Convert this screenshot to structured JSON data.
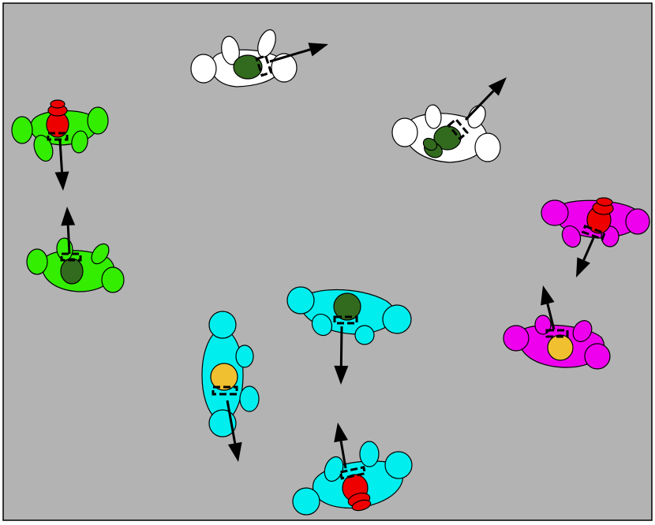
{
  "colors": {
    "background": "#b3b3b3",
    "border": "#000000",
    "outline": "#000000",
    "arrow": "#000000",
    "glasses": "#000000"
  },
  "figures": [
    {
      "id": "white-1",
      "body_color": "#ffffff",
      "head_color": "#336b1e",
      "facing": "right-up"
    },
    {
      "id": "white-2",
      "body_color": "#ffffff",
      "head_color": "#336b1e",
      "facing": "right-up"
    },
    {
      "id": "green-1",
      "body_color": "#33ee00",
      "head_color": "#ee0000",
      "hat": true,
      "facing": "down"
    },
    {
      "id": "green-2",
      "body_color": "#33ee00",
      "head_color": "#336b1e",
      "facing": "up"
    },
    {
      "id": "cyan-1",
      "body_color": "#00eeee",
      "head_color": "#336b1e",
      "facing": "down"
    },
    {
      "id": "cyan-2",
      "body_color": "#00eeee",
      "head_color": "#f0c030",
      "facing": "down"
    },
    {
      "id": "cyan-3",
      "body_color": "#00eeee",
      "head_color": "#ee0000",
      "hat": true,
      "facing": "up"
    },
    {
      "id": "magenta-1",
      "body_color": "#ee00ee",
      "head_color": "#ee0000",
      "hat": true,
      "facing": "down"
    },
    {
      "id": "magenta-2",
      "body_color": "#ee00ee",
      "head_color": "#f0c030",
      "facing": "up"
    }
  ]
}
